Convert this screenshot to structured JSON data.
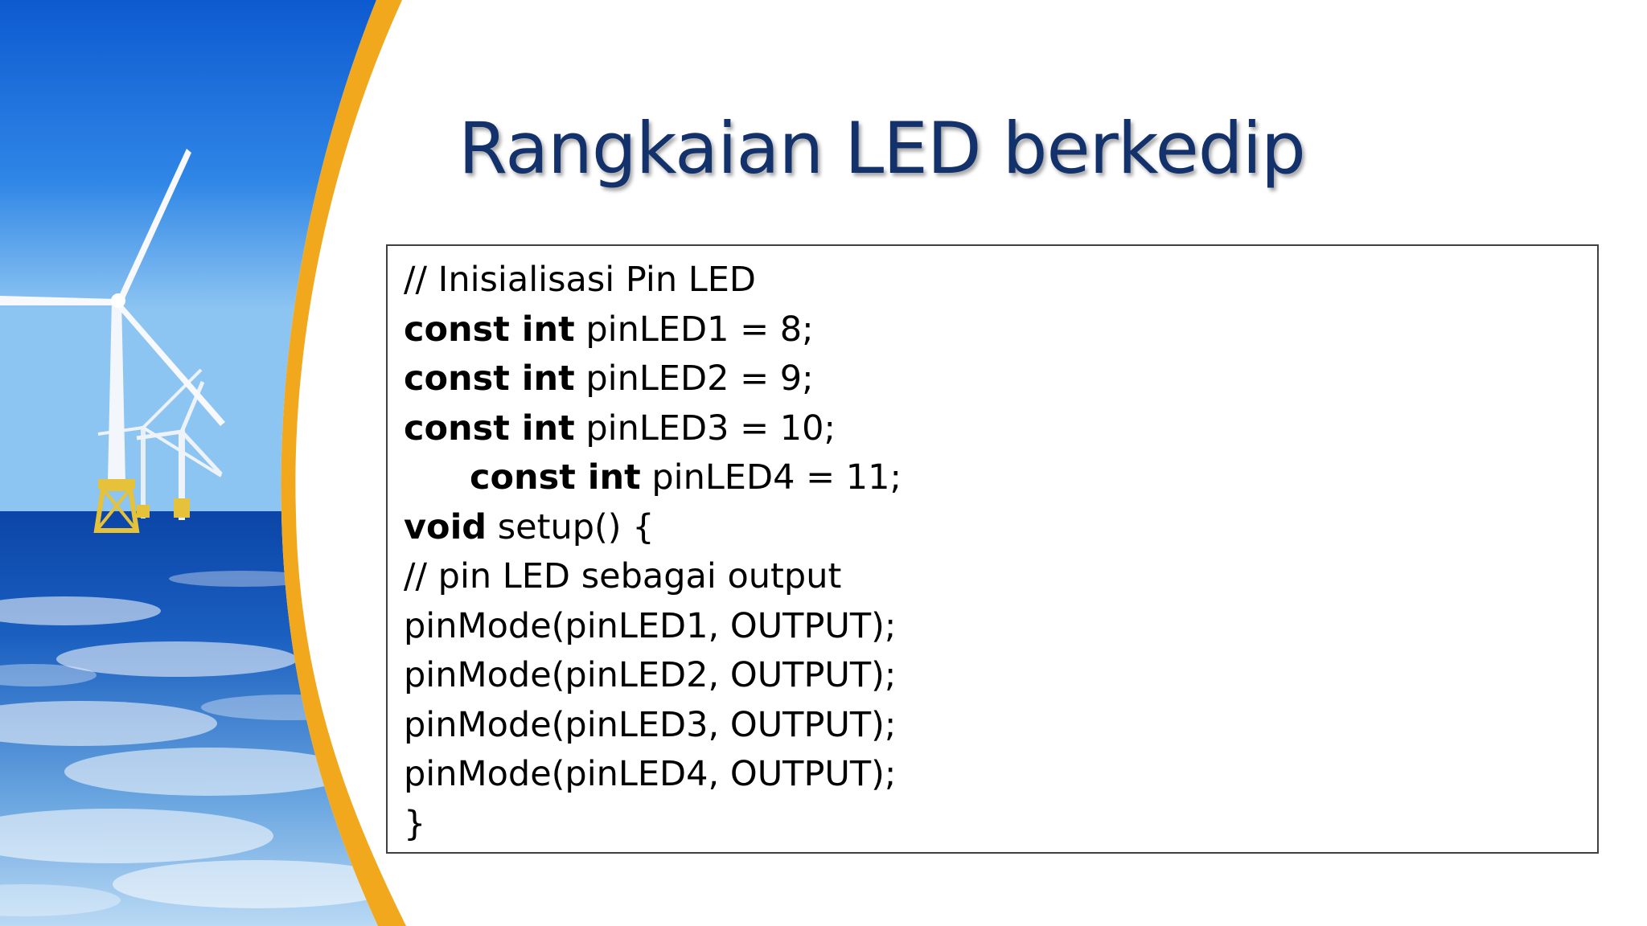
{
  "slide": {
    "title": "Rangkaian LED berkedip",
    "code_lines": [
      {
        "keyword": "",
        "text": "// Inisialisasi Pin LED",
        "indent": false
      },
      {
        "keyword": "const int",
        "text": " pinLED1 = 8;",
        "indent": false
      },
      {
        "keyword": "const int",
        "text": " pinLED2 = 9;",
        "indent": false
      },
      {
        "keyword": "const int",
        "text": " pinLED3 = 10;",
        "indent": false
      },
      {
        "keyword": "const int",
        "text": " pinLED4 = 11;",
        "indent": true
      },
      {
        "keyword": "void",
        "text": " setup() {",
        "indent": false
      },
      {
        "keyword": "",
        "text": "// pin LED sebagai output",
        "indent": false
      },
      {
        "keyword": "",
        "text": "pinMode(pinLED1, OUTPUT);",
        "indent": false
      },
      {
        "keyword": "",
        "text": "pinMode(pinLED2, OUTPUT);",
        "indent": false
      },
      {
        "keyword": "",
        "text": "pinMode(pinLED3, OUTPUT);",
        "indent": false
      },
      {
        "keyword": "",
        "text": "pinMode(pinLED4, OUTPUT);",
        "indent": false
      },
      {
        "keyword": "",
        "text": "}",
        "indent": false
      }
    ]
  },
  "colors": {
    "title": "#13316b",
    "accent_arc": "#f2a81d",
    "sky": "#1f6fd0",
    "sea": "#0a3f9a"
  }
}
